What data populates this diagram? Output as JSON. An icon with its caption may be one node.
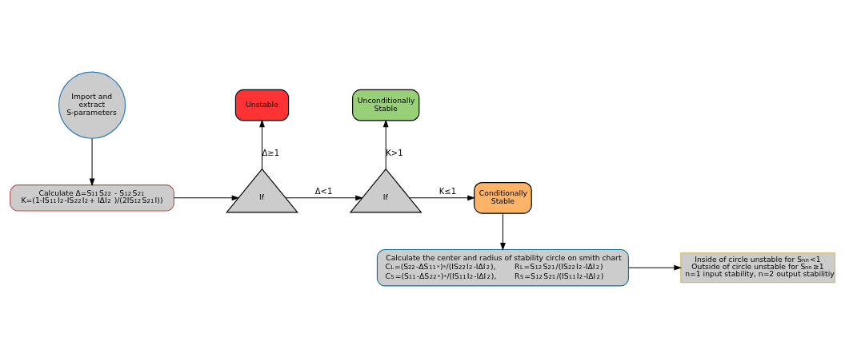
{
  "diagram": {
    "nodes": [
      {
        "text": [
          "Import and extract S-parameters"
        ]
      },
      {
        "text": [
          "Calculate Δ=S$_{11}$S$_{22}$ - S$_{12}$S$_{21}$",
          "K=(1-IS$_{11}$I$^{2}$-IS$_{22}$I$^{2}$+ IΔI$^{2}$ )/(2IS$_{12}$S$_{21}$I))"
        ]
      },
      {
        "text": [
          "If"
        ]
      },
      {
        "text": [
          "Unstable"
        ]
      },
      {
        "text": [
          "If"
        ]
      },
      {
        "text": [
          "Unconditionally Stable"
        ]
      },
      {
        "text": [
          "Conditionally Stable"
        ]
      },
      {
        "text": [
          "Calculate the center and radius of stability circle on smith chart",
          "C$_{L}$=(S$_{22}$-ΔS$_{11}$$^{*}$)$^{*}$/(IS$_{22}$I$^{2}$-IΔI$^{2}$),",
          "R$_{L}$=S$_{12}$S$_{21}$/(IS$_{22}$I$^{2}$-IΔI$^{2}$)",
          "C$_{S}$=(S$_{11}$-ΔS$_{22}$$^{*}$)$^{*}$/(IS$_{11}$I$^{2}$-IΔI$^{2}$),",
          "R$_{S}$=S$_{12}$S$_{21}$/(IS$_{11}$I$^{2}$-IΔI$^{2}$)"
        ]
      },
      {
        "text": [
          "Inside of circle unstable for S$_{nn}$<1",
          "Outside of circle unstable for S$_{nn}$≥1",
          "n=1 input stability, n=2 output stabilitiy"
        ]
      }
    ],
    "edges": [
      {
        "from": 0,
        "to": 1,
        "arrow": "to"
      },
      {
        "from": 1,
        "to": 2,
        "arrow": "to"
      },
      {
        "from": 2,
        "to": 3,
        "arrow": "to",
        "label": "Δ≥1"
      },
      {
        "from": 2,
        "to": 4,
        "arrow": "to",
        "label": "Δ<1"
      },
      {
        "from": 4,
        "to": 5,
        "arrow": "to",
        "label": "K>1"
      },
      {
        "from": 4,
        "to": 6,
        "arrow": "to",
        "label": "K≤1"
      },
      {
        "from": 6,
        "to": 7,
        "arrow": "to"
      },
      {
        "from": 7,
        "to": 8,
        "arrow": "to"
      }
    ]
  }
}
